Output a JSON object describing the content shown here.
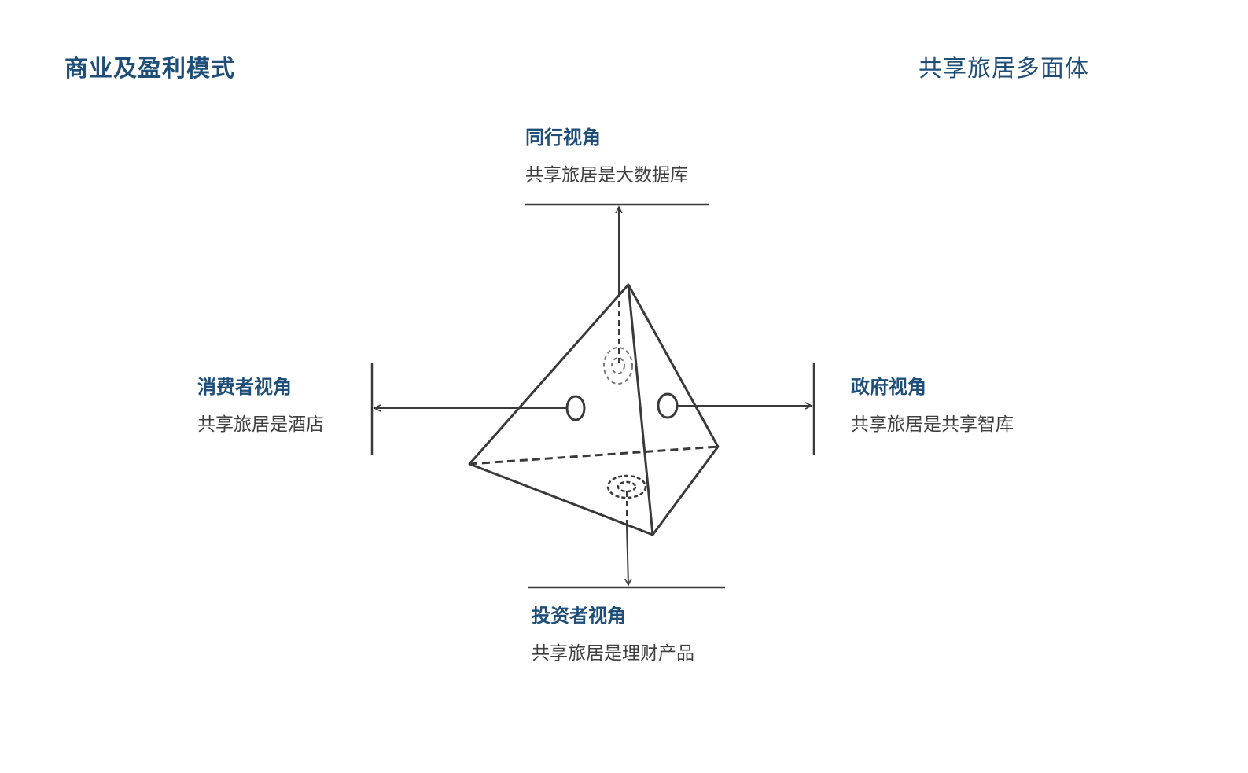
{
  "header": {
    "title": "商业及盈利模式",
    "subtitle": "共享旅居多面体"
  },
  "perspectives": {
    "top": {
      "title": "同行视角",
      "description": "共享旅居是大数据库"
    },
    "left": {
      "title": "消费者视角",
      "description": "共享旅居是酒店"
    },
    "right": {
      "title": "政府视角",
      "description": "共享旅居是共享智库"
    },
    "bottom": {
      "title": "投资者视角",
      "description": "共享旅居是理财产品"
    }
  },
  "colors": {
    "heading": "#1f4e79",
    "body_text": "#404040",
    "line": "#3a3a3a",
    "hidden_marker": "#777777"
  },
  "icons": {
    "arrowhead": "arrowhead-icon",
    "face_marker": "face-marker-icon"
  }
}
